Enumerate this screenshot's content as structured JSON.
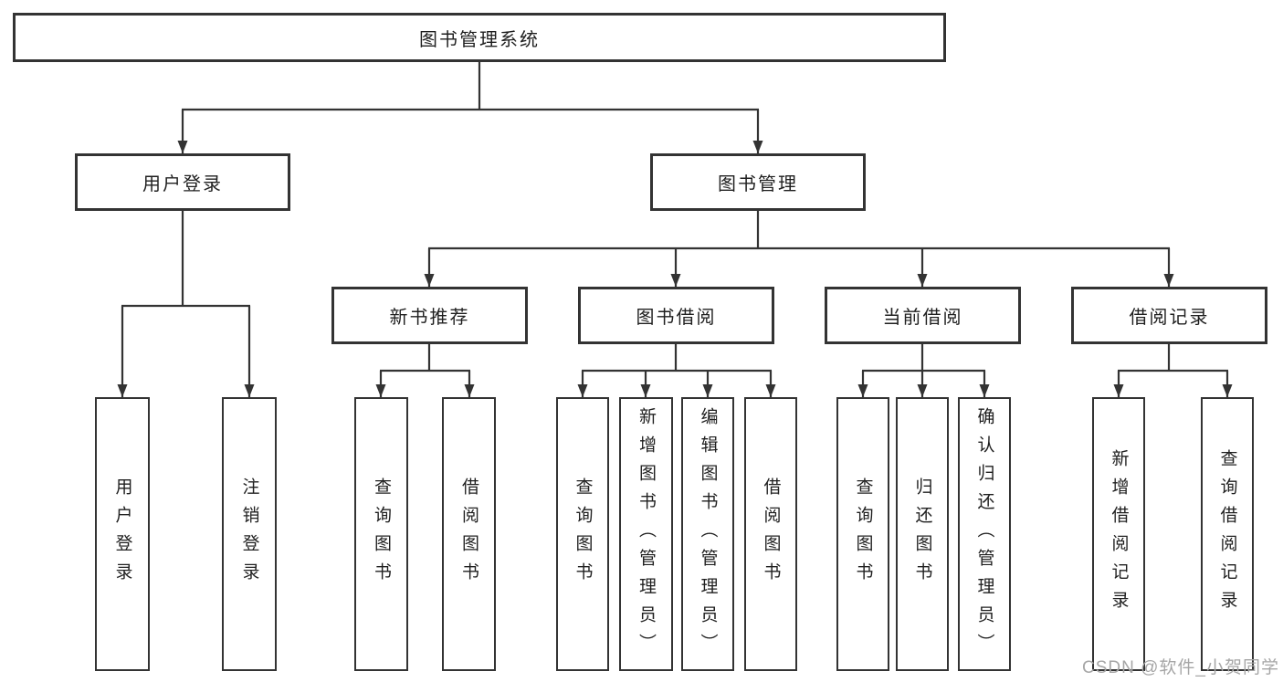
{
  "colors": {
    "line": "#333333",
    "box_border": "#333333",
    "box_fill": "#ffffff",
    "text": "#1f1f1f",
    "watermark": "#a6a6a6",
    "background": "#ffffff"
  },
  "diagram": {
    "type": "tree",
    "root": {
      "label": "图书管理系统"
    },
    "level2": [
      {
        "label": "用户登录",
        "parent": "图书管理系统"
      },
      {
        "label": "图书管理",
        "parent": "图书管理系统"
      }
    ],
    "level3": [
      {
        "label": "新书推荐",
        "parent": "图书管理"
      },
      {
        "label": "图书借阅",
        "parent": "图书管理"
      },
      {
        "label": "当前借阅",
        "parent": "图书管理"
      },
      {
        "label": "借阅记录",
        "parent": "图书管理"
      }
    ],
    "leaves": [
      {
        "label": "用户登录",
        "parent": "用户登录"
      },
      {
        "label": "注销登录",
        "parent": "用户登录"
      },
      {
        "label": "查询图书",
        "parent": "新书推荐"
      },
      {
        "label": "借阅图书",
        "parent": "新书推荐"
      },
      {
        "label": "查询图书",
        "parent": "图书借阅"
      },
      {
        "label": "新增图书（管理员）",
        "parent": "图书借阅"
      },
      {
        "label": "编辑图书（管理员）",
        "parent": "图书借阅"
      },
      {
        "label": "借阅图书",
        "parent": "图书借阅"
      },
      {
        "label": "查询图书",
        "parent": "当前借阅"
      },
      {
        "label": "归还图书",
        "parent": "当前借阅"
      },
      {
        "label": "确认归还（管理员）",
        "parent": "当前借阅"
      },
      {
        "label": "新增借阅记录",
        "parent": "借阅记录"
      },
      {
        "label": "查询借阅记录",
        "parent": "借阅记录"
      }
    ]
  },
  "watermark": {
    "text": "CSDN @软件_小贺同学"
  }
}
